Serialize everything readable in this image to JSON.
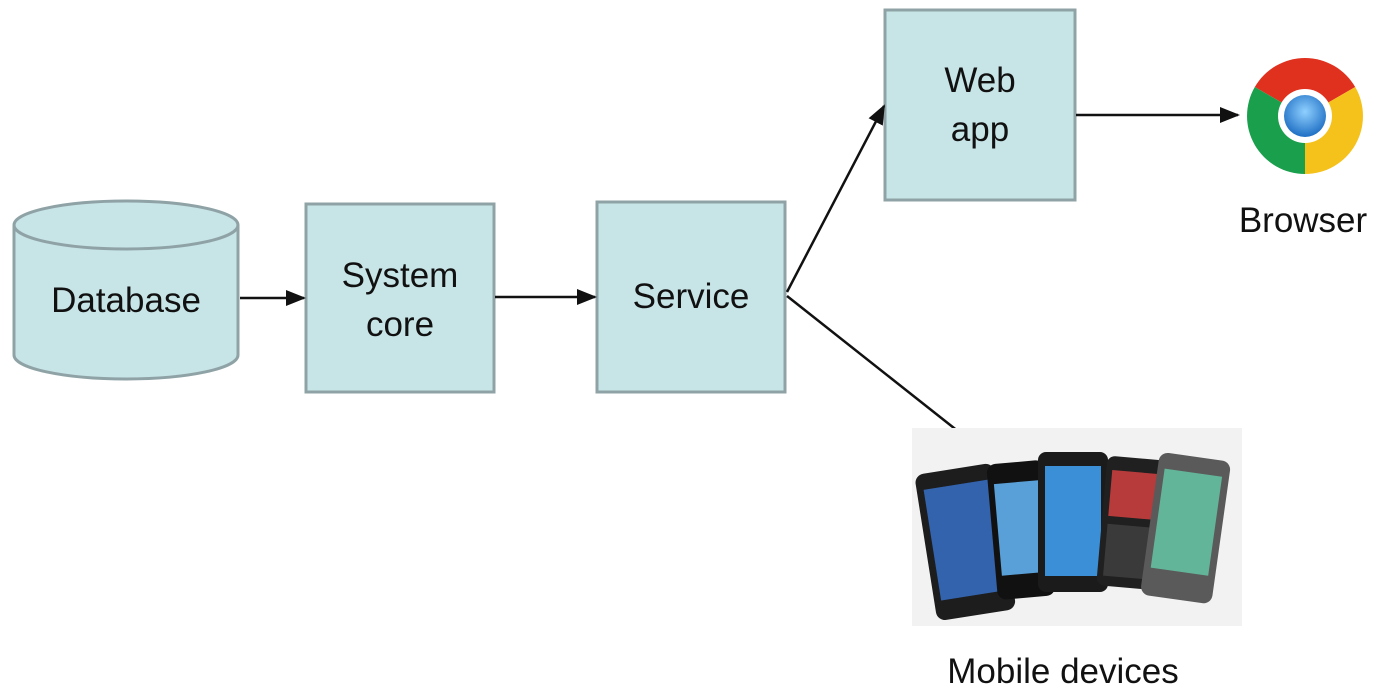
{
  "diagram": {
    "nodes": {
      "database": {
        "label": "Database"
      },
      "system_core": {
        "lines": [
          "System",
          "core"
        ]
      },
      "service": {
        "label": "Service"
      },
      "web_app": {
        "lines": [
          "Web",
          "app"
        ]
      }
    },
    "browser": {
      "caption": "Browser",
      "icon": "chrome-browser-icon"
    },
    "mobile": {
      "caption": "Mobile devices",
      "icon": "mobile-phones-icon"
    },
    "colors": {
      "box_fill": "#c7e4e7",
      "box_stroke": "#8fa3a6",
      "arrow": "#111111"
    }
  }
}
